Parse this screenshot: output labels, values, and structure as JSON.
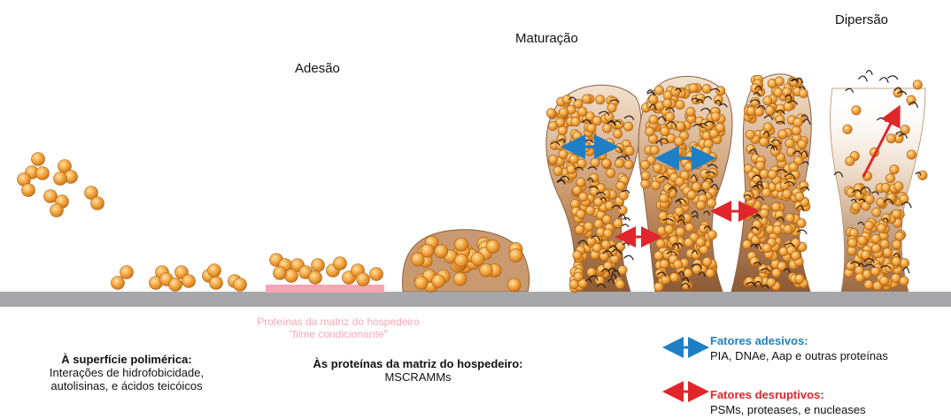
{
  "stages": {
    "adhesion": "Adesão",
    "maturation": "Maturação",
    "dispersal": "Dipersão"
  },
  "matrix_label": {
    "line1": "Proteínas da matriz do hospedeiro",
    "line2": "\"filme condicionante\""
  },
  "polymeric_surface": {
    "title": "À superfície polimérica:",
    "line1": "Interações de hidrofobicidade,",
    "line2": "autolisinas, e ácidos teicóicos"
  },
  "host_matrix": {
    "title": "Às proteínas da matriz do hospedeiro:",
    "line1": "MSCRAMMs"
  },
  "legend": {
    "adhesive_title": "Fatores adesivos:",
    "adhesive_text": "PIA, DNAe, Aap e outras proteínas",
    "adhesive_color": "#1f7fc4",
    "disruptive_title": "Fatores desruptivos:",
    "disruptive_text": "PSMs, proteases, e nucleases",
    "disruptive_color": "#e0262b"
  },
  "colors": {
    "surface": "#a7a7a9",
    "cell": "#f0a43a",
    "matrix_film": "#f6a5b3",
    "biofilm": "#b07a4e"
  }
}
